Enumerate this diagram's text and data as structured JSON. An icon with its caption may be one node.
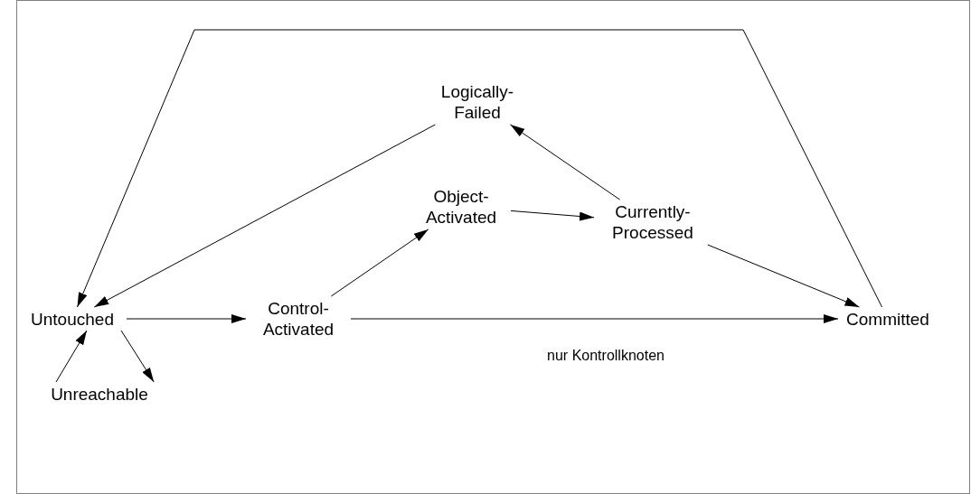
{
  "diagram": {
    "nodes": [
      {
        "text": [
          "Logically-Failed"
        ]
      },
      {
        "text": [
          "Object-Activated"
        ]
      },
      {
        "text": [
          "Currently-Processed"
        ]
      },
      {
        "text": [
          "Untouched"
        ]
      },
      {
        "text": [
          "Control-Activated"
        ]
      },
      {
        "text": [
          "Committed"
        ]
      },
      {
        "text": [
          "Unreachable"
        ]
      }
    ],
    "edges": [
      {
        "from": 5,
        "to": 3,
        "arrow": "to"
      },
      {
        "from": 0,
        "to": 3,
        "arrow": "to"
      },
      {
        "from": 2,
        "to": 0,
        "arrow": "to"
      },
      {
        "from": 1,
        "to": 2,
        "arrow": "to"
      },
      {
        "from": 2,
        "to": 5,
        "arrow": "to"
      },
      {
        "from": 3,
        "to": 4,
        "arrow": "to"
      },
      {
        "from": 4,
        "to": 1,
        "arrow": "to"
      },
      {
        "from": 4,
        "to": 5,
        "arrow": "to",
        "label": "nur Kontrollknoten"
      },
      {
        "from": 3,
        "to": 6,
        "arrow": "to"
      },
      {
        "from": 6,
        "to": 3,
        "arrow": "to"
      }
    ]
  }
}
